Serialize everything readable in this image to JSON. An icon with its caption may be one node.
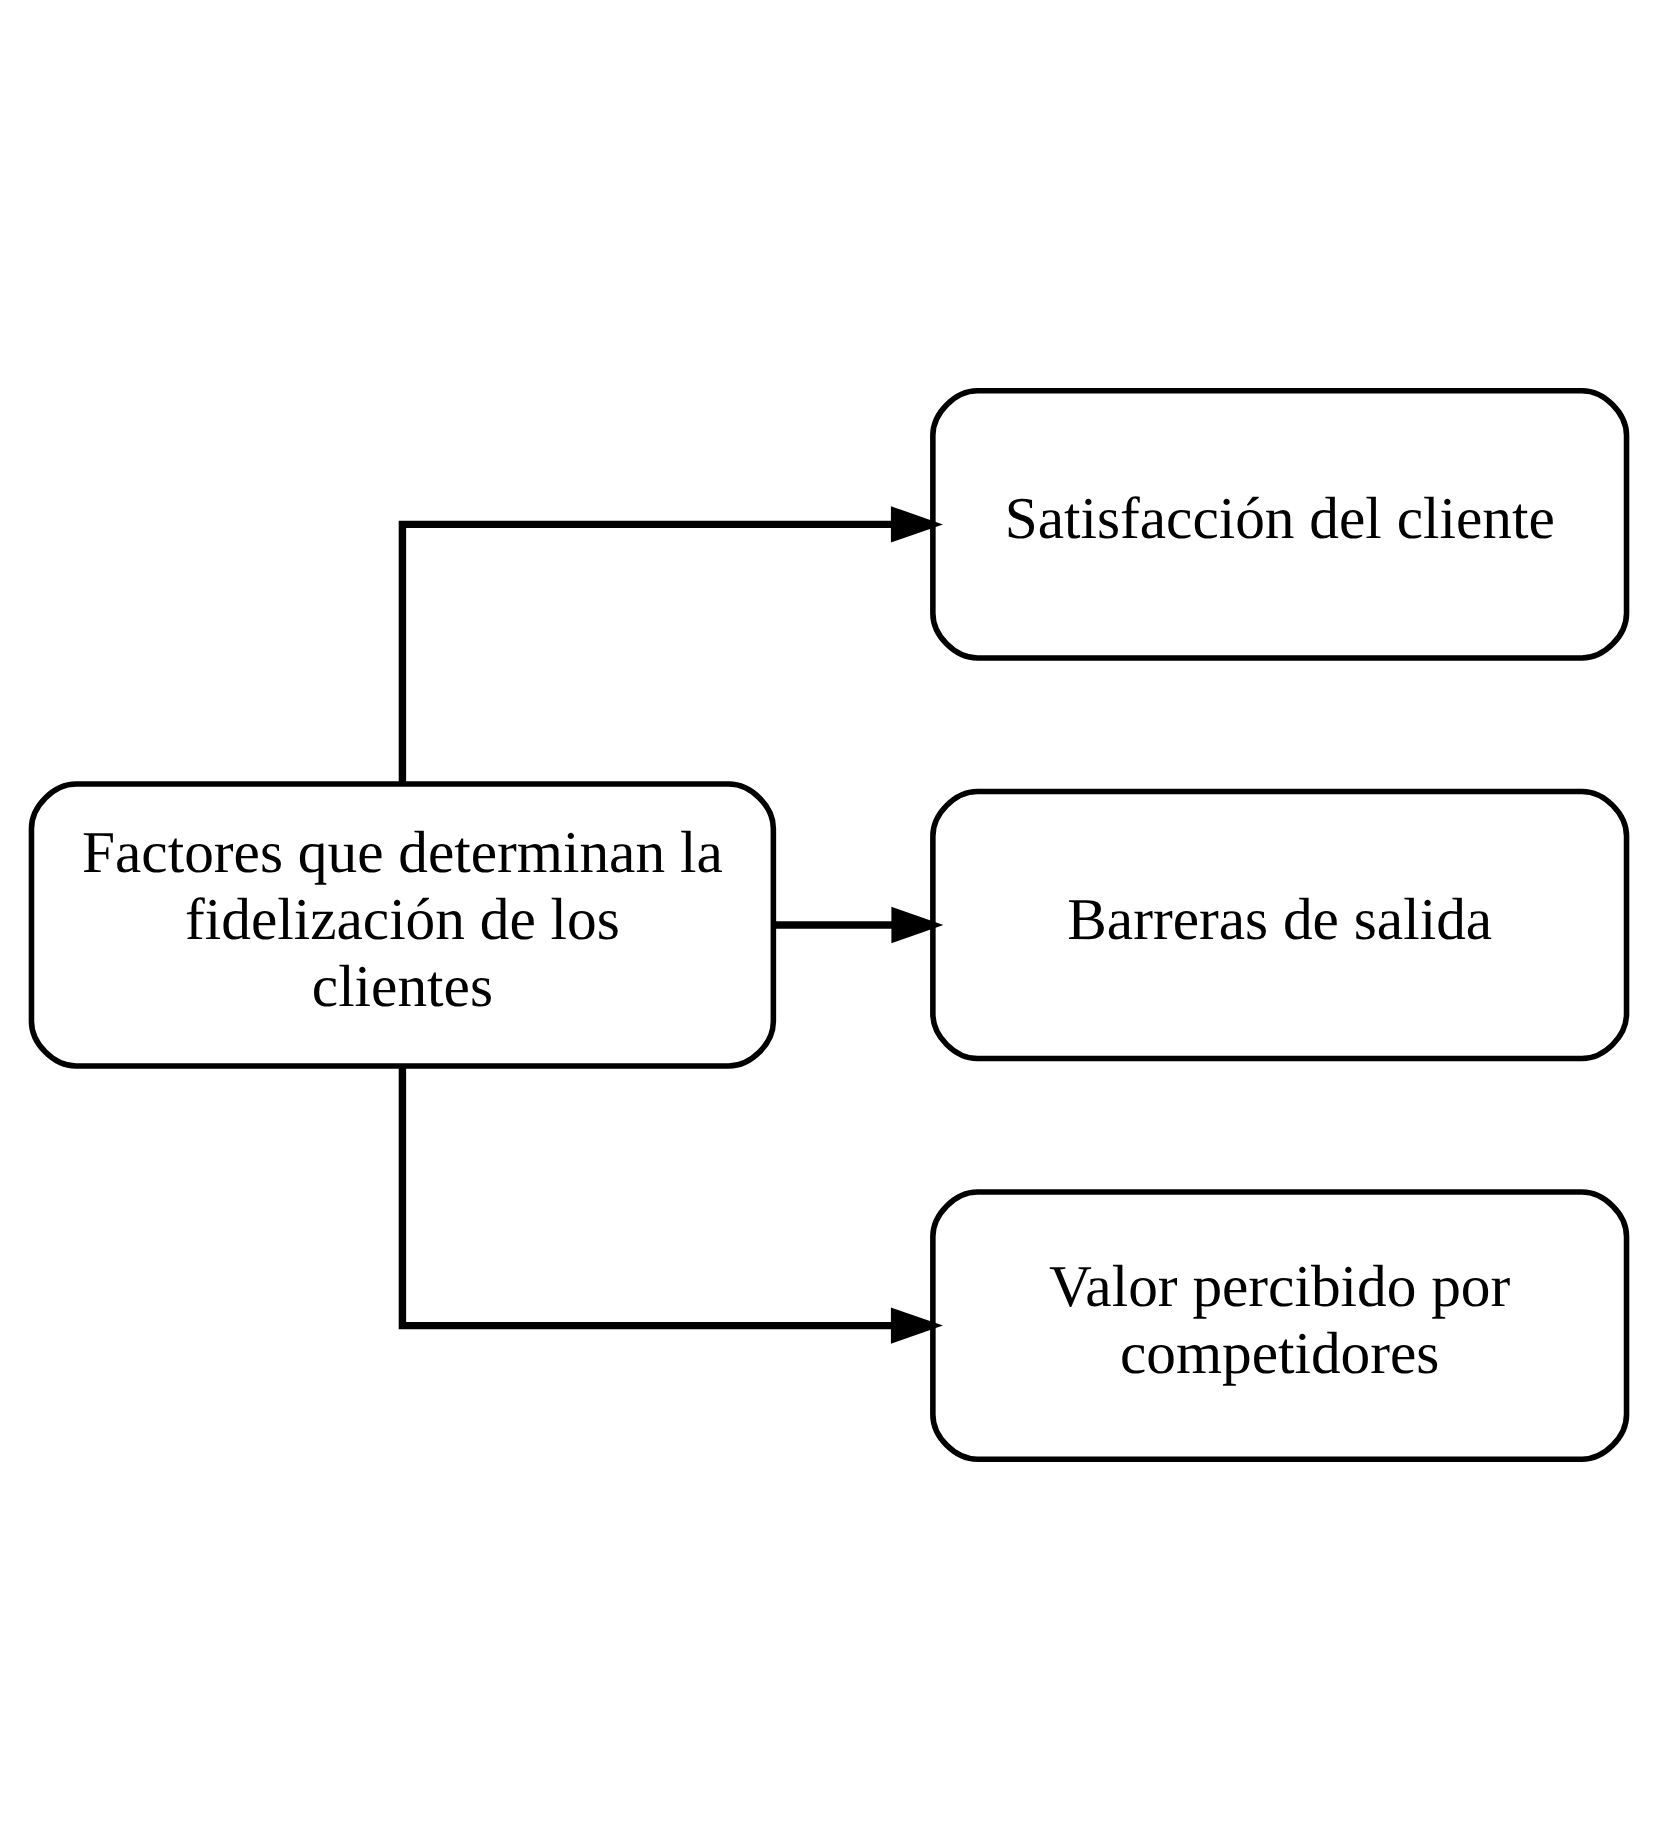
{
  "diagram": {
    "nodes": [
      {
        "text": [
          "Factores que determinan la fidelización de los clientes"
        ]
      },
      {
        "text": [
          "Satisfacción del cliente"
        ]
      },
      {
        "text": [
          "Barreras de salida"
        ]
      },
      {
        "text": [
          "Valor percibido por competidores"
        ]
      }
    ],
    "edges": [
      {
        "from": 0,
        "to": 1,
        "arrow": "to"
      },
      {
        "from": 0,
        "to": 2,
        "arrow": "to"
      },
      {
        "from": 0,
        "to": 3,
        "arrow": "to"
      }
    ]
  }
}
